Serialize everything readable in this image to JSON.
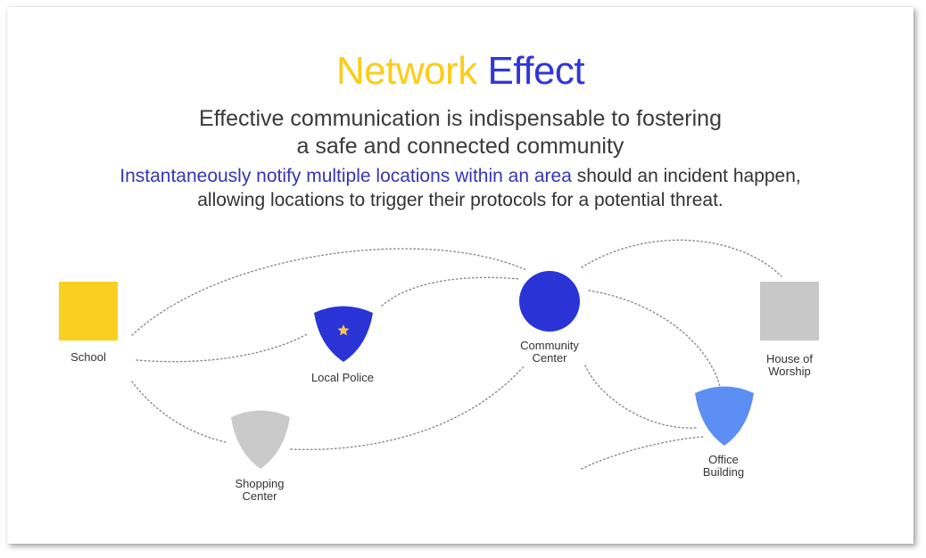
{
  "title": {
    "part1": "Network",
    "part2": "Effect"
  },
  "subtitle": {
    "line1": "Effective communication is indispensable to fostering",
    "line2": "a safe and connected community"
  },
  "description": {
    "highlight": "Instantaneously notify multiple locations within an area",
    "rest_line1": " should an incident happen,",
    "line2": "allowing locations to trigger their protocols for a potential threat."
  },
  "nodes": {
    "school": {
      "label": "School",
      "color": "#f9cf22"
    },
    "local_police": {
      "line1": "Local Police",
      "color": "#2a34d6",
      "star_color": "#f3c74a"
    },
    "community_center": {
      "line1": "Community",
      "line2": "Center",
      "color": "#2a34d6"
    },
    "house_of_worship": {
      "line1": "House of",
      "line2": "Worship",
      "color": "#c8c8c8"
    },
    "office_building": {
      "line1": "Office",
      "line2": "Building",
      "color": "#5d8ef3"
    },
    "shopping_center": {
      "line1": "Shopping",
      "line2": "Center",
      "color": "#cacaca"
    }
  },
  "colors": {
    "connector": "#8a8a8a"
  }
}
